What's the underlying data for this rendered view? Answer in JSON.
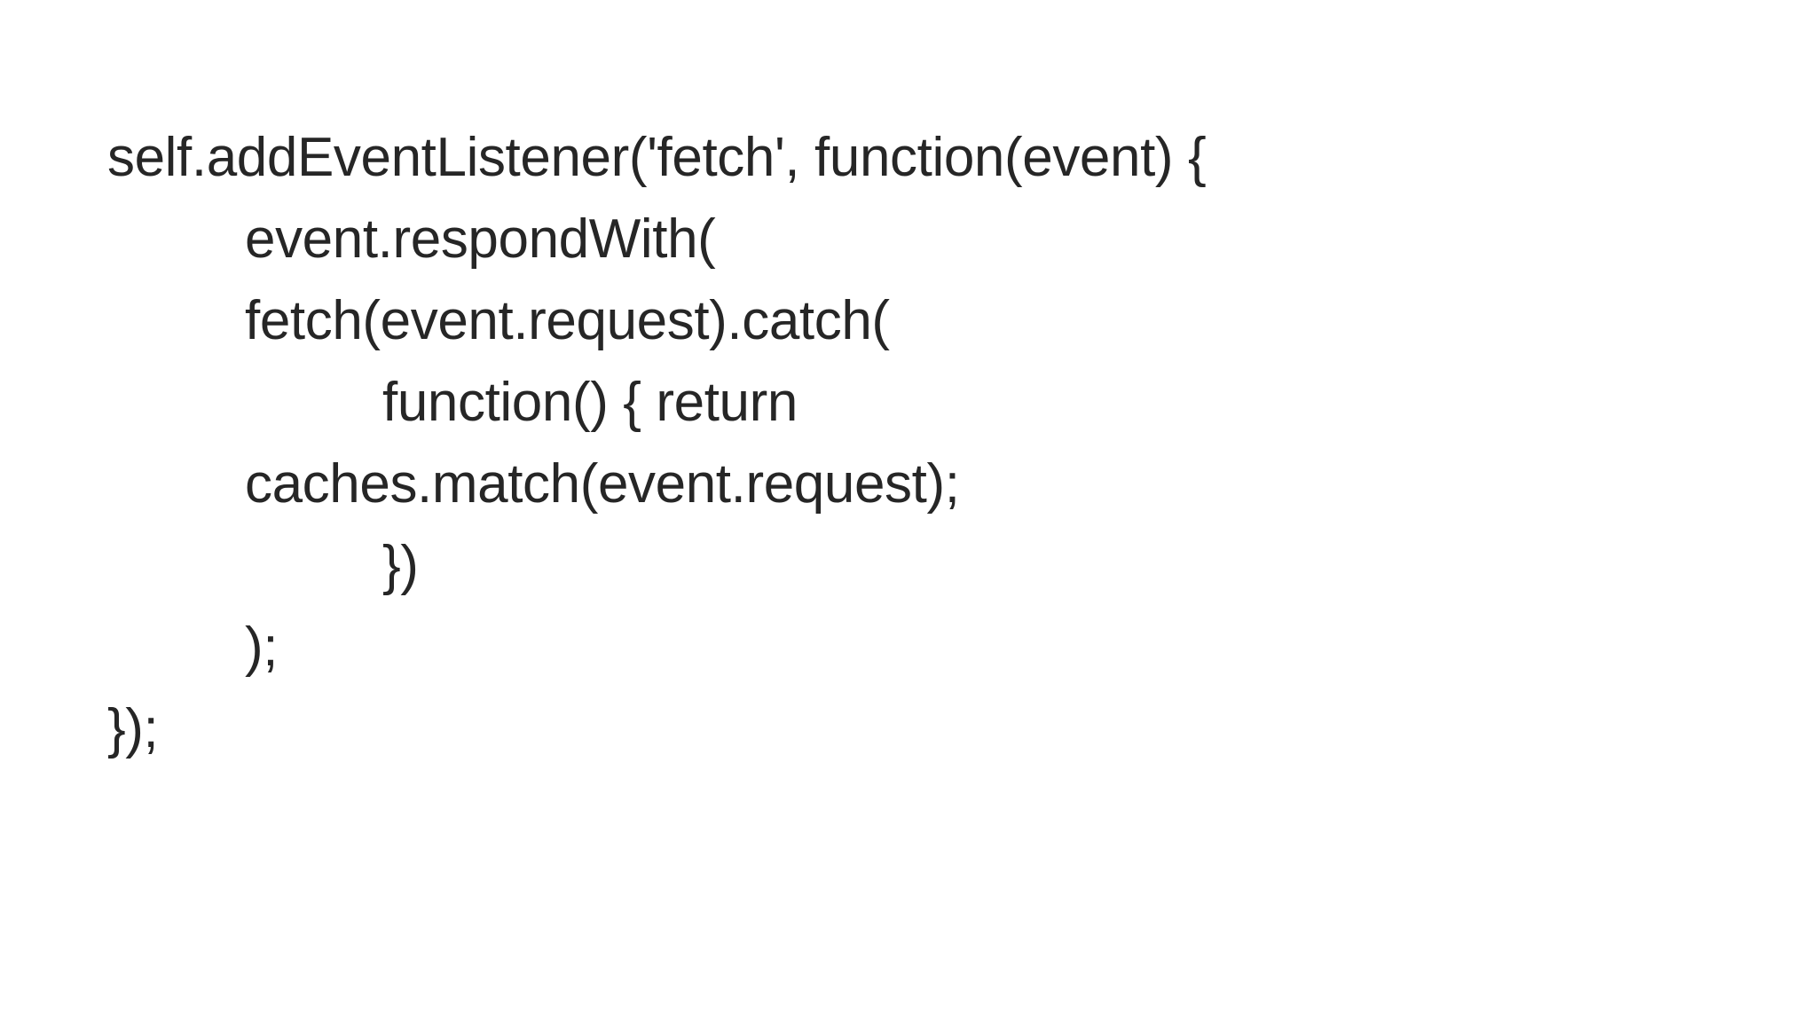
{
  "slide": {
    "code_lines": [
      "self.addEventListener('fetch', function(event) {",
      "event.respondWith(",
      "fetch(event.request).catch(",
      "function() { return",
      "caches.match(event.request);",
      "})",
      ");",
      "});"
    ]
  }
}
